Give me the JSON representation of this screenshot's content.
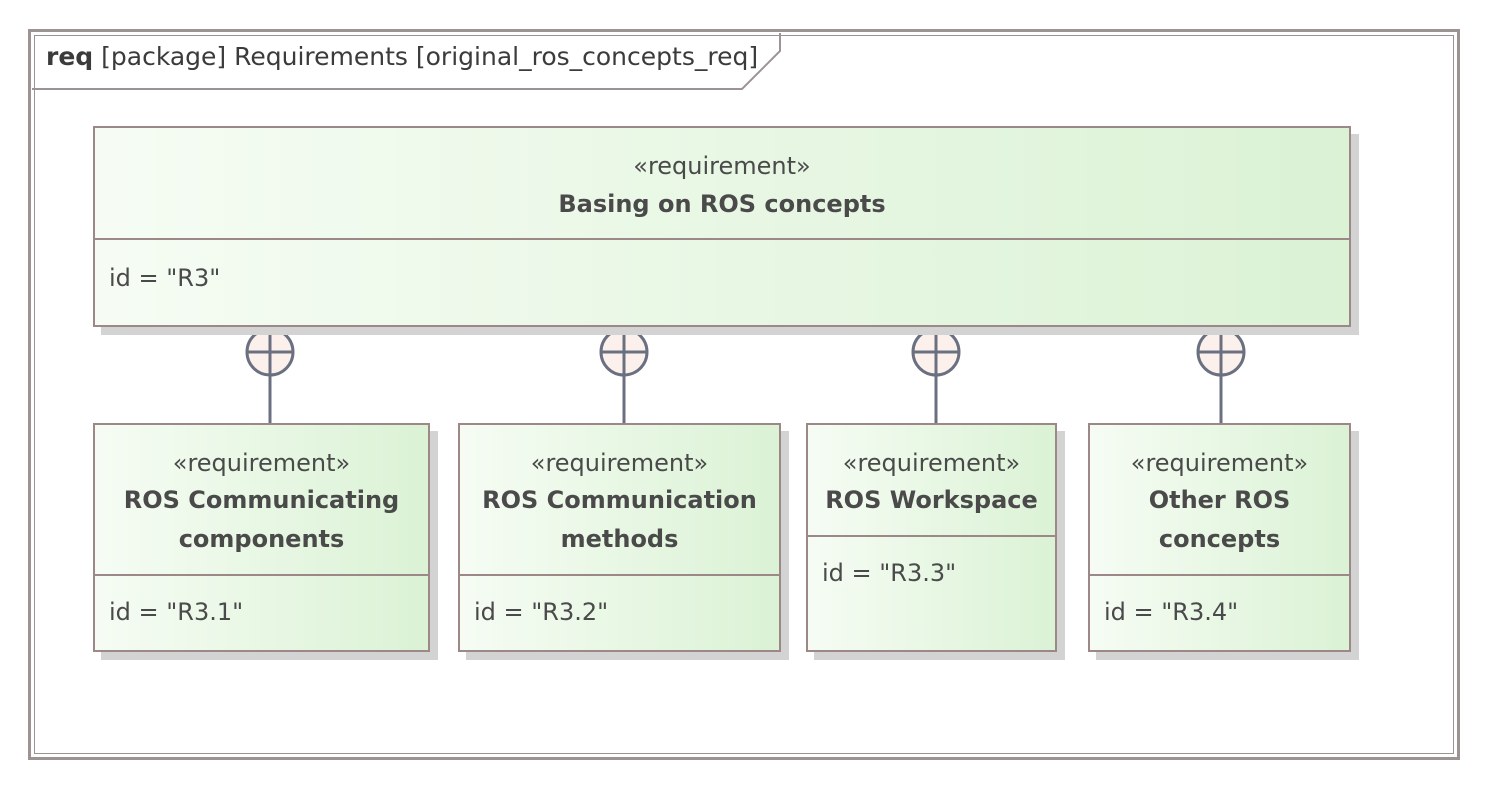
{
  "frame": {
    "kind": "req",
    "label": "[package] Requirements [original_ros_concepts_req]"
  },
  "parent": {
    "stereotype": "«requirement»",
    "name": "Basing on ROS concepts",
    "id_text": "id = \"R3\""
  },
  "children": [
    {
      "stereotype": "«requirement»",
      "name_lines": [
        "ROS Communicating",
        "components"
      ],
      "id_text": "id = \"R3.1\""
    },
    {
      "stereotype": "«requirement»",
      "name_lines": [
        "ROS Communication",
        "methods"
      ],
      "id_text": "id = \"R3.2\""
    },
    {
      "stereotype": "«requirement»",
      "name_lines": [
        "ROS Workspace"
      ],
      "id_text": "id = \"R3.3\""
    },
    {
      "stereotype": "«requirement»",
      "name_lines": [
        "Other ROS",
        "concepts"
      ],
      "id_text": "id = \"R3.4\""
    }
  ],
  "colors": {
    "border": "#9d8888",
    "fill_start": "#f6fcf4",
    "fill_end": "#dbf2d5",
    "connector": "#6b7080",
    "containment_fill": "#fbf0ec"
  }
}
